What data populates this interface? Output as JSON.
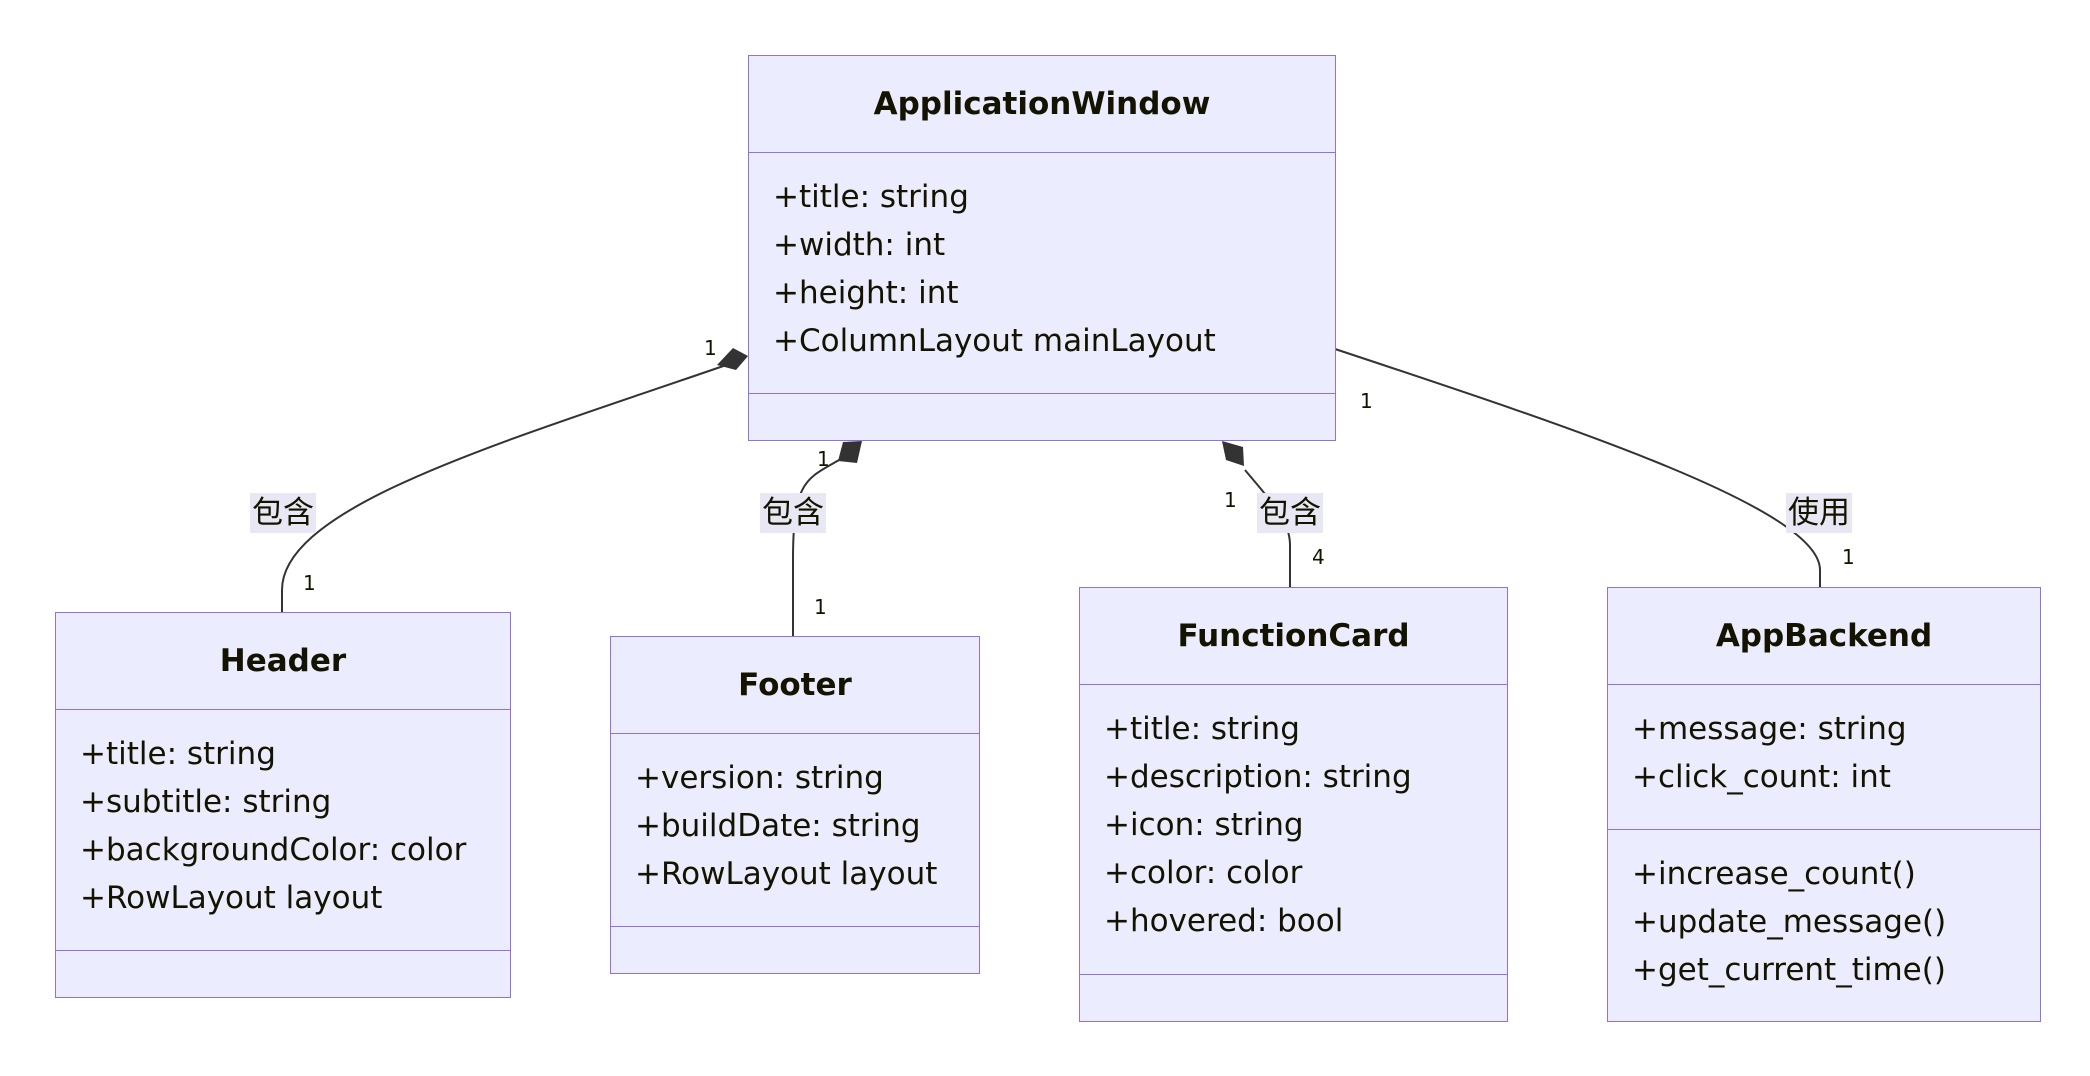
{
  "classes": {
    "application_window": {
      "name": "ApplicationWindow",
      "attributes": [
        "+title: string",
        "+width: int",
        "+height: int",
        "+ColumnLayout mainLayout"
      ],
      "methods": []
    },
    "header": {
      "name": "Header",
      "attributes": [
        "+title: string",
        "+subtitle: string",
        "+backgroundColor: color",
        "+RowLayout layout"
      ],
      "methods": []
    },
    "footer": {
      "name": "Footer",
      "attributes": [
        "+version: string",
        "+buildDate: string",
        "+RowLayout layout"
      ],
      "methods": []
    },
    "function_card": {
      "name": "FunctionCard",
      "attributes": [
        "+title: string",
        "+description: string",
        "+icon: string",
        "+color: color",
        "+hovered: bool"
      ],
      "methods": []
    },
    "app_backend": {
      "name": "AppBackend",
      "attributes": [
        "+message: string",
        "+click_count: int"
      ],
      "methods": [
        "+increase_count()",
        "+update_message()",
        "+get_current_time()"
      ]
    }
  },
  "relations": {
    "header": {
      "label": "包含",
      "from_mult": "1",
      "to_mult": "1"
    },
    "footer": {
      "label": "包含",
      "from_mult": "1",
      "to_mult": "1"
    },
    "function_card": {
      "label": "包含",
      "from_mult": "1",
      "to_mult": "4"
    },
    "app_backend": {
      "label": "使用",
      "from_mult": "1",
      "to_mult": "1"
    }
  },
  "colors": {
    "node_fill": "#ECECFF",
    "node_border": "#9370DB",
    "edge": "#333333",
    "label_bg": "#E8E8F5"
  }
}
